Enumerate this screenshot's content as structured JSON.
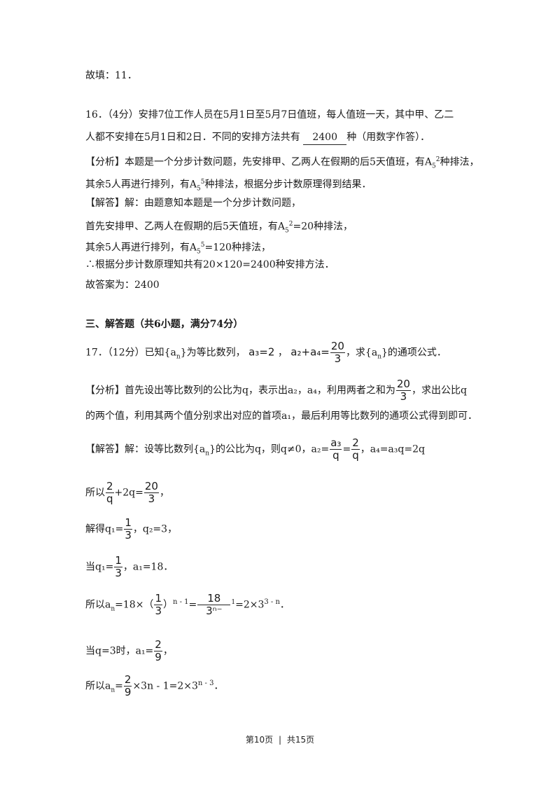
{
  "lines": {
    "l1": "故填：11．",
    "q16_a": "16．（4分）安排7位工作人员在5月1日至5月7日值班，每人值班一天，其中甲、乙二",
    "q16_b_pre": "人都不安排在5月1日和2日．不同的安排方法共有",
    "q16_answer": "2400",
    "q16_b_post": "种（用数字作答）．",
    "fx_a_pre": "【分析】本题是一个分步计数问题，先安排甲、乙两人在假期的后5天值班，有A",
    "fx_a_sub": "5",
    "fx_a_sup": "2",
    "fx_a_post": "种排法，",
    "fx_b_pre": "其余5人再进行排列，有A",
    "fx_b_sub": "5",
    "fx_b_sup": "5",
    "fx_b_post": "种排法，根据分步计数原理得到结果．",
    "jd_a": "【解答】解：由题意知本题是一个分步计数问题，",
    "jd_b_pre": "首先安排甲、乙两人在假期的后5天值班，有A",
    "jd_b_sub": "5",
    "jd_b_sup": "2",
    "jd_b_post": "=20种排法，",
    "jd_c_pre": "其余5人再进行排列，有A",
    "jd_c_sub": "5",
    "jd_c_sup": "5",
    "jd_c_post": "=120种排法，",
    "jd_d": "∴根据分步计数原理知共有20×120=2400种安排方法．",
    "jd_e": "故答案为：2400",
    "section3": "三、解答题（共6小题，满分74分）",
    "q17_pre": "17．（12分）已知{a",
    "q17_n": "n",
    "q17_mid": "}为等比数列，",
    "q17_a3": "a₃=2",
    "q17_sep": "，",
    "q17_sum": "a₂+a₄=",
    "q17_f_num": "20",
    "q17_f_den": "3",
    "q17_post_pre": "，求{a",
    "q17_post_n": "n",
    "q17_post": "}的通项公式．",
    "f17_a_pre": "【分析】首先设出等比数列的公比为q，表示出a₂，a₄，利用两者之和为",
    "f17_a_num": "20",
    "f17_a_den": "3",
    "f17_a_post": "，求出公比q",
    "f17_b": "的两个值，利用其两个值分别求出对应的首项a₁，最后利用等比数列的通项公式得到即可．",
    "s17_pre": "【解答】解：设等比数列{a",
    "s17_n": "n",
    "s17_mid": "}的公比为q，则q≠0，a₂=",
    "s17_f1_num": "a₃",
    "s17_f1_den": "q",
    "s17_eq": "=",
    "s17_f2_num": "2",
    "s17_f2_den": "q",
    "s17_post": "，a₄=a₃q=2q",
    "r1_pre": "所以",
    "r1_f1_num": "2",
    "r1_f1_den": "q",
    "r1_mid": "+2q=",
    "r1_f2_num": "20",
    "r1_f2_den": "3",
    "r1_post": "，",
    "r2_pre": "解得q₁=",
    "r2_f_num": "1",
    "r2_f_den": "3",
    "r2_post": "，q₂=3，",
    "r3_pre": "当q₁=",
    "r3_f_num": "1",
    "r3_f_den": "3",
    "r3_post": "，a₁=18．",
    "r4_pre": "所以a",
    "r4_n": "n",
    "r4_mid": "=18×（",
    "r4_f_num": "1",
    "r4_f_den": "3",
    "r4_close": "）",
    "r4_exp": "n - 1",
    "r4_eq": "=",
    "r4_f2_num": "18",
    "r4_f2_den": "3ⁿ⁻",
    "r4_tail": "1",
    "r4_post_pre": "=2×3",
    "r4_post_exp": "3 - n",
    "r4_post": "．",
    "r5_pre": "当q=3时，a₁=",
    "r5_f_num": "2",
    "r5_f_den": "9",
    "r5_post": "，",
    "r6_pre": "所以a",
    "r6_n": "n",
    "r6_eq": "=",
    "r6_f_num": "2",
    "r6_f_den": "9",
    "r6_mid": "×3n - 1=2×3",
    "r6_exp": "n - 3",
    "r6_post": "．"
  },
  "footer": {
    "page": "第10页",
    "sep": "|",
    "total": "共15页"
  }
}
